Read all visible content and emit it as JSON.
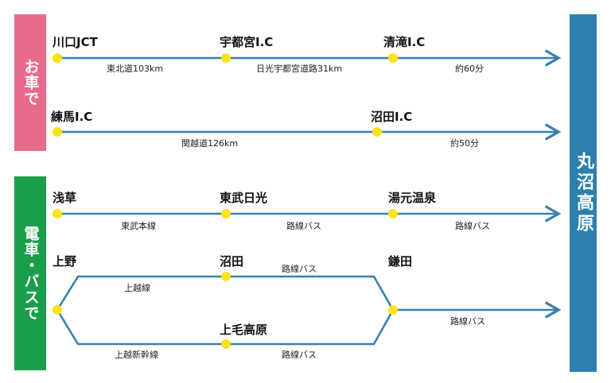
{
  "car_label": "お車で",
  "train_label": "電車・バスで",
  "destination": "丸沼高原",
  "car": {
    "route1": {
      "stations": [
        "川口JCT",
        "宇都宮I.C",
        "清滝I.C"
      ],
      "segments": [
        "東北道103km",
        "日光宇都宮道路31km",
        "約60分"
      ]
    },
    "route2": {
      "stations": [
        "練馬I.C",
        "沼田I.C"
      ],
      "segments": [
        "関越道126km",
        "約50分"
      ]
    }
  },
  "train": {
    "route1": {
      "stations": [
        "浅草",
        "東武日光",
        "湯元温泉"
      ],
      "segments": [
        "東武本線",
        "路線バス",
        "路線バス"
      ]
    },
    "route2": {
      "origin": "上野",
      "upper_station": "沼田",
      "lower_station": "上毛高原",
      "join_station": "鎌田",
      "upper_line_1": "上越線",
      "upper_line_2": "路線バス",
      "lower_line_1": "上越新幹線",
      "lower_line_2": "路線バス",
      "final_line": "路線バス"
    }
  },
  "colors": {
    "car_panel": "#e86b8c",
    "train_panel": "#1a9e4a",
    "destination_panel": "#2e7fb0",
    "route_line": "#3a7fb0",
    "station_dot": "#ffe21a"
  }
}
